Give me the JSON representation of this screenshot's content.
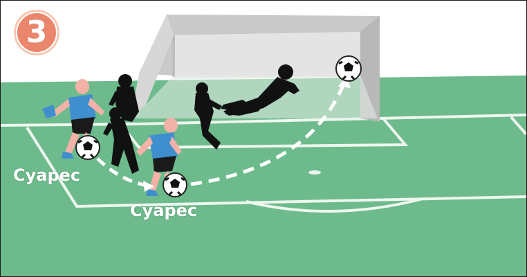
{
  "step": {
    "number": "3"
  },
  "labels": {
    "player_first": "Суарес",
    "player_second": "Суарес"
  },
  "colors": {
    "pitch": "#6dbb8c",
    "pitch_dark": "#5ea97c",
    "lines": "#f1f7f1",
    "badge_fill": "#e9866b",
    "badge_ring": "#f6c7b2",
    "goal_frame": "#c8c8c8",
    "jersey": "#3f8fcf",
    "silhouette": "#111111",
    "pass_arrow": "#ffffff"
  },
  "icons": {
    "step_badge": "circle-number-icon",
    "ball": "soccer-ball-icon",
    "arrow": "dashed-arrow-icon"
  }
}
